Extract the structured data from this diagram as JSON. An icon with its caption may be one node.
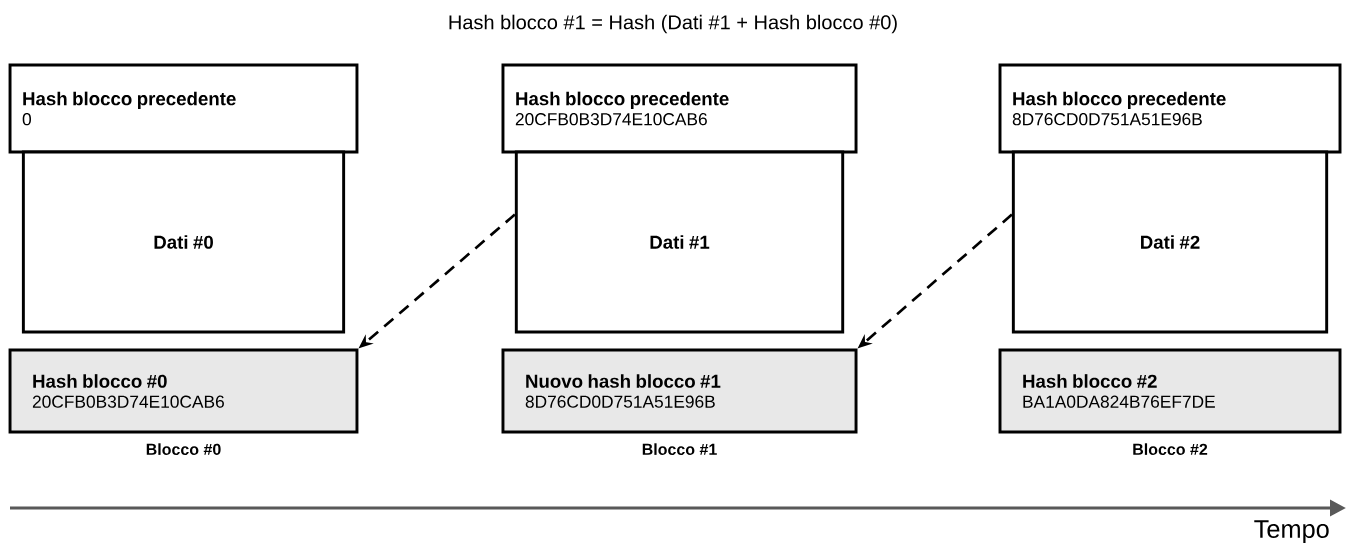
{
  "diagram": {
    "title": "Hash blocco #1 = Hash (Dati #1 + Hash blocco #0)",
    "nodes": [
      {
        "text": [
          "Hash blocco precedente",
          "0"
        ]
      },
      {
        "text": [
          "Dati #0"
        ]
      },
      {
        "text": [
          "Hash blocco #0",
          "20CFB0B3D74E10CAB6"
        ],
        "beside": [
          "Blocco #0"
        ]
      },
      {
        "text": [
          "Hash blocco precedente",
          "20CFB0B3D74E10CAB6"
        ]
      },
      {
        "text": [
          "Dati #1"
        ]
      },
      {
        "text": [
          "Nuovo hash blocco #1",
          "8D76CD0D751A51E96B"
        ],
        "beside": [
          "Blocco #1"
        ]
      },
      {
        "text": [
          "Hash blocco precedente",
          "8D76CD0D751A51E96B"
        ]
      },
      {
        "text": [
          "Dati #2"
        ]
      },
      {
        "text": [
          "Hash blocco #2",
          "BA1A0DA824B76EF7DE"
        ],
        "beside": [
          "Blocco #2"
        ]
      }
    ],
    "edges": [
      {
        "from": 4,
        "to": 2,
        "arrow": "to",
        "style": "dashed"
      },
      {
        "from": 7,
        "to": 5,
        "arrow": "to",
        "style": "dashed"
      }
    ],
    "labels": [
      "Tempo"
    ]
  }
}
